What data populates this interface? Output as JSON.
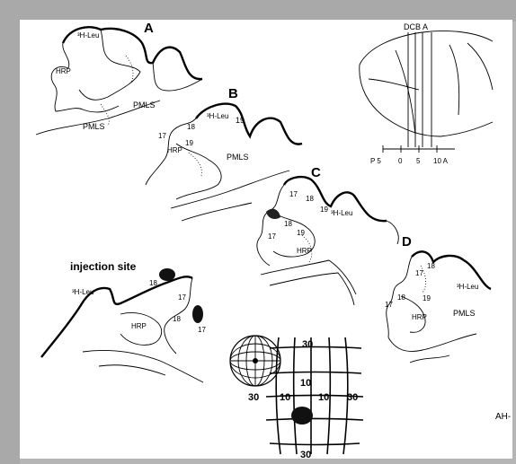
{
  "panels": [
    {
      "id": "A",
      "letter": "A",
      "labels": [
        "³H-Leu",
        "HRP",
        "PMLS",
        "PMLS"
      ]
    },
    {
      "id": "B",
      "letter": "B",
      "labels": [
        "³H-Leu",
        "19",
        "18",
        "17",
        "19",
        "HRP",
        "PMLS"
      ]
    },
    {
      "id": "C",
      "letter": "C",
      "labels": [
        "17",
        "18",
        "19",
        "³H-Leu",
        "17",
        "18",
        "19",
        "HRP"
      ]
    },
    {
      "id": "D",
      "letter": "D",
      "labels": [
        "17",
        "18",
        "³H-Leu",
        "17",
        "18",
        "19",
        "HRP",
        "PMLS"
      ]
    }
  ],
  "injection": {
    "title": "injection site",
    "labels": [
      "³H-Leu",
      "18",
      "17",
      "HRP",
      "18",
      "17"
    ]
  },
  "brain_view": {
    "section_letters": "DCB A",
    "axis": {
      "p_label": "P 5",
      "ticks": [
        "0",
        "5",
        "10 A"
      ]
    }
  },
  "visual_field": {
    "labels": [
      "30",
      "10",
      "10",
      "10",
      "30",
      "30",
      "30"
    ]
  },
  "corner_text": "AH-"
}
